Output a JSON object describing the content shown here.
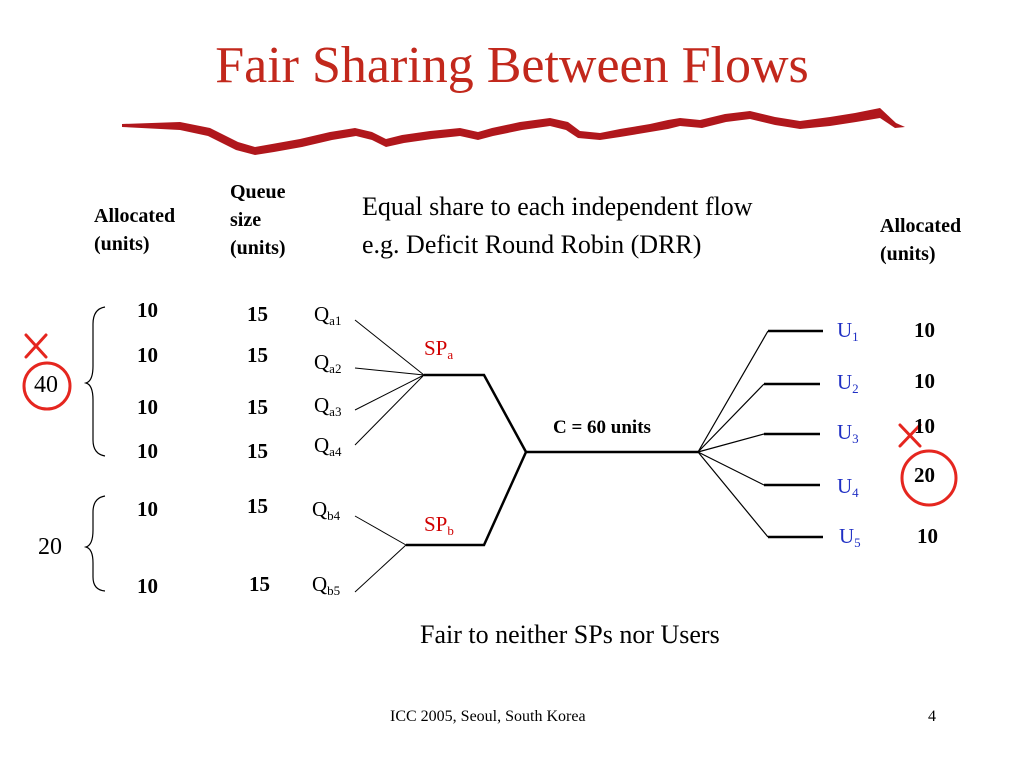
{
  "title": "Fair Sharing Between Flows",
  "headers": {
    "allocated_left": [
      "Allocated",
      "(units)"
    ],
    "queue_size": [
      "Queue",
      "size",
      "(units)"
    ],
    "allocated_right": [
      "Allocated",
      "(units)"
    ]
  },
  "description": [
    "Equal share to each independent flow",
    "e.g. Deficit Round Robin (DRR)"
  ],
  "queues": [
    {
      "name": "Q",
      "sub": "a1",
      "allocated": "10",
      "queue_size": "15"
    },
    {
      "name": "Q",
      "sub": "a2",
      "allocated": "10",
      "queue_size": "15"
    },
    {
      "name": "Q",
      "sub": "a3",
      "allocated": "10",
      "queue_size": "15"
    },
    {
      "name": "Q",
      "sub": "a4",
      "allocated": "10",
      "queue_size": "15"
    },
    {
      "name": "Q",
      "sub": "b4",
      "allocated": "10",
      "queue_size": "15"
    },
    {
      "name": "Q",
      "sub": "b5",
      "allocated": "10",
      "queue_size": "15"
    }
  ],
  "group_totals": {
    "a": "40",
    "b": "20"
  },
  "service_providers": [
    {
      "name": "SP",
      "sub": "a"
    },
    {
      "name": "SP",
      "sub": "b"
    }
  ],
  "capacity_label": "C = 60 units",
  "users": [
    {
      "name": "U",
      "sub": "1",
      "allocated": "10"
    },
    {
      "name": "U",
      "sub": "2",
      "allocated": "10"
    },
    {
      "name": "U",
      "sub": "3",
      "allocated": "10"
    },
    {
      "name": "U",
      "sub": "4",
      "allocated": "20"
    },
    {
      "name": "U",
      "sub": "5",
      "allocated": "10"
    }
  ],
  "conclusion": "Fair to neither SPs nor Users",
  "footer": {
    "text": "ICC 2005, Seoul, South Korea",
    "page": "4"
  },
  "colors": {
    "title": "#c2281c",
    "swoosh": "#b0171c",
    "sp": "#d00000",
    "user": "#1f2fc4",
    "marker": "#e5261f"
  }
}
